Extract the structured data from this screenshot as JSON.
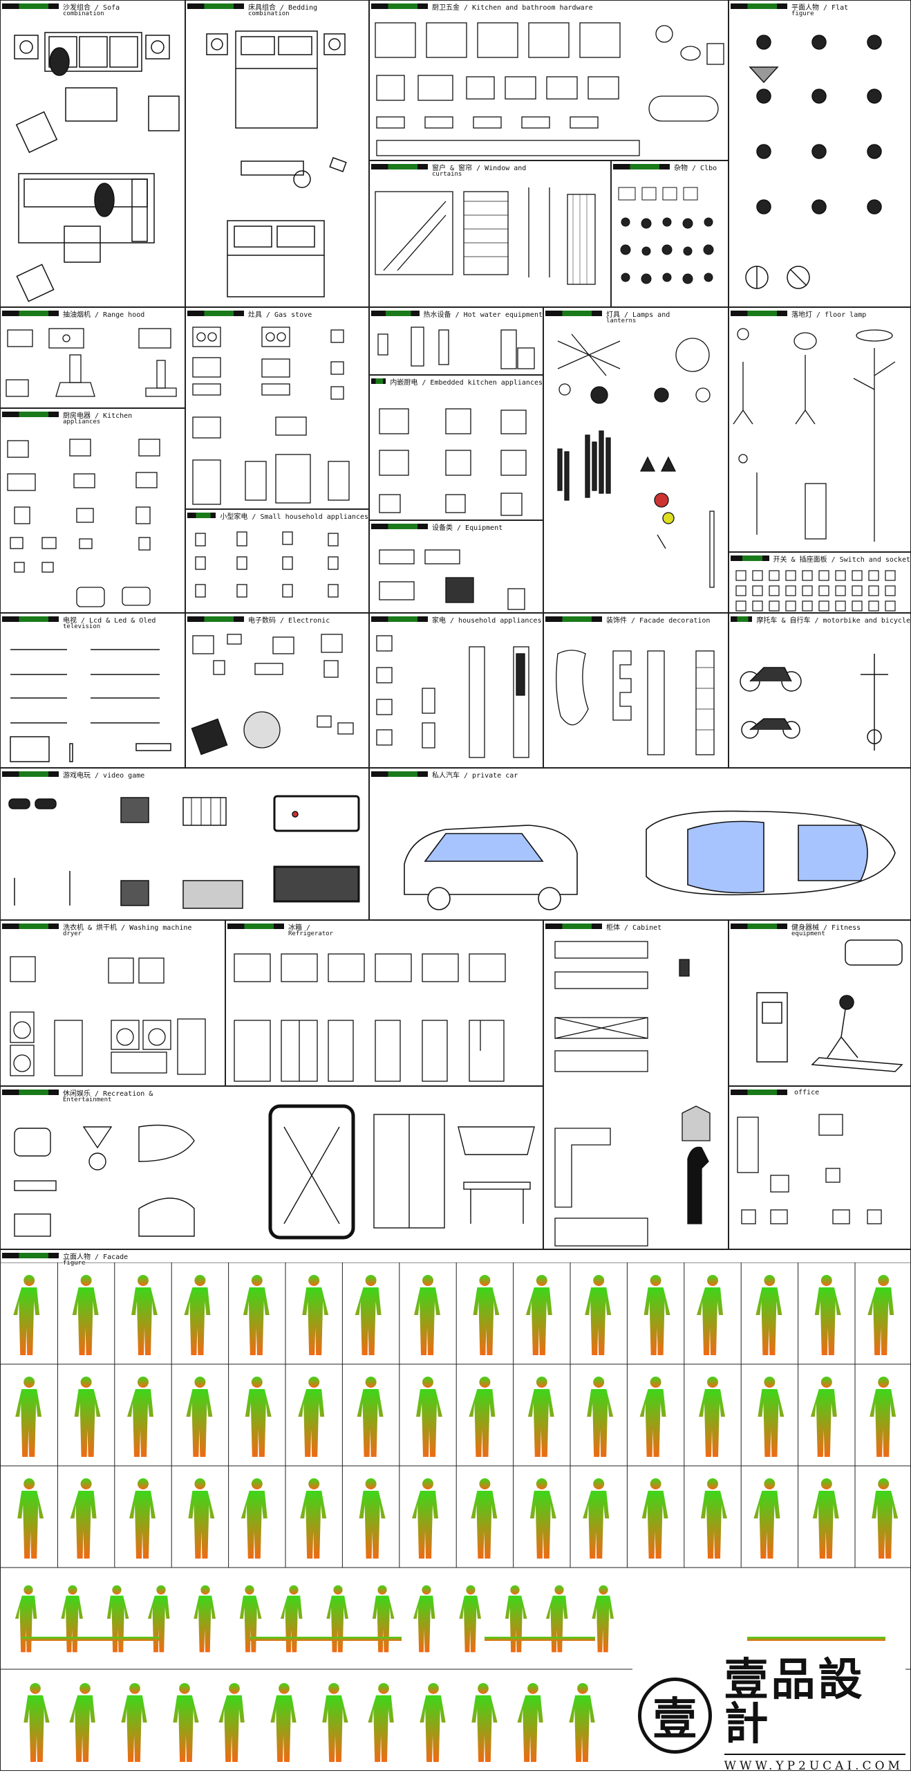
{
  "panels": [
    {
      "id": "sofa",
      "title": "沙发组合 / Sofa",
      "sub": "combination"
    },
    {
      "id": "bedding",
      "title": "床具组合 / Bedding",
      "sub": "combination"
    },
    {
      "id": "kitchen_bath",
      "title": "厨卫五金 / Kitchen and bathroom hardware",
      "sub": ""
    },
    {
      "id": "flat_figure",
      "title": "平面人物 / Flat",
      "sub": "figure"
    },
    {
      "id": "window",
      "title": "窗户 & 窗帘 / Window and",
      "sub": "curtains"
    },
    {
      "id": "clbo",
      "title": "杂物 / Clbo",
      "sub": ""
    },
    {
      "id": "range_hood",
      "title": "抽油烟机 / Range hood",
      "sub": ""
    },
    {
      "id": "gas_stove",
      "title": "灶具 / Gas stove",
      "sub": ""
    },
    {
      "id": "hot_water",
      "title": "热水设备 / Hot water equipment",
      "sub": ""
    },
    {
      "id": "lamps",
      "title": "灯具 / Lamps and",
      "sub": "lanterns"
    },
    {
      "id": "floor_lamp",
      "title": "落地灯 / floor lamp",
      "sub": ""
    },
    {
      "id": "embedded",
      "title": "内嵌厨电 / Embedded kitchen appliances",
      "sub": ""
    },
    {
      "id": "kitchen_app",
      "title": "厨房电器 / Kitchen",
      "sub": "appliances"
    },
    {
      "id": "small_app",
      "title": "小型家电 / Small household appliances",
      "sub": ""
    },
    {
      "id": "equipment",
      "title": "设备类 / Equipment",
      "sub": ""
    },
    {
      "id": "switch",
      "title": "开关 & 插座面板 / Switch and socket",
      "sub": ""
    },
    {
      "id": "television",
      "title": "电视 / Lcd & Led & Oled",
      "sub": "television"
    },
    {
      "id": "electronic",
      "title": "电子数码 / Electronic",
      "sub": ""
    },
    {
      "id": "household",
      "title": "家电 / household appliances",
      "sub": ""
    },
    {
      "id": "facade_deco",
      "title": "装饰件 / Facade decoration",
      "sub": ""
    },
    {
      "id": "motorbike",
      "title": "摩托车 & 自行车 / motorbike and bicycle",
      "sub": ""
    },
    {
      "id": "video_game",
      "title": "游戏电玩 / video game",
      "sub": ""
    },
    {
      "id": "private_car",
      "title": "私人汽车 / private car",
      "sub": ""
    },
    {
      "id": "washing",
      "title": "洗衣机 & 烘干机 / Washing machine",
      "sub": "dryer"
    },
    {
      "id": "refrigerator",
      "title": "冰箱 /",
      "sub": "Refrigerator"
    },
    {
      "id": "cabinet",
      "title": "柜体 / Cabinet",
      "sub": ""
    },
    {
      "id": "fitness",
      "title": "健身器械 / Fitness",
      "sub": "equipment"
    },
    {
      "id": "office",
      "title": "",
      "sub": "office"
    },
    {
      "id": "recreation",
      "title": "休闲娱乐 / Recreation &",
      "sub": "Entertainment"
    },
    {
      "id": "facade_figure",
      "title": "立面人物 / Facade",
      "sub": "figure"
    }
  ],
  "logo": {
    "mark": "壹",
    "name": "壹品設計",
    "url": "WWW.YP2UCAI.COM"
  },
  "colors": {
    "figure_top": "#3dd61a",
    "figure_bottom": "#f06a14",
    "header_green": "#1a7a1a"
  }
}
